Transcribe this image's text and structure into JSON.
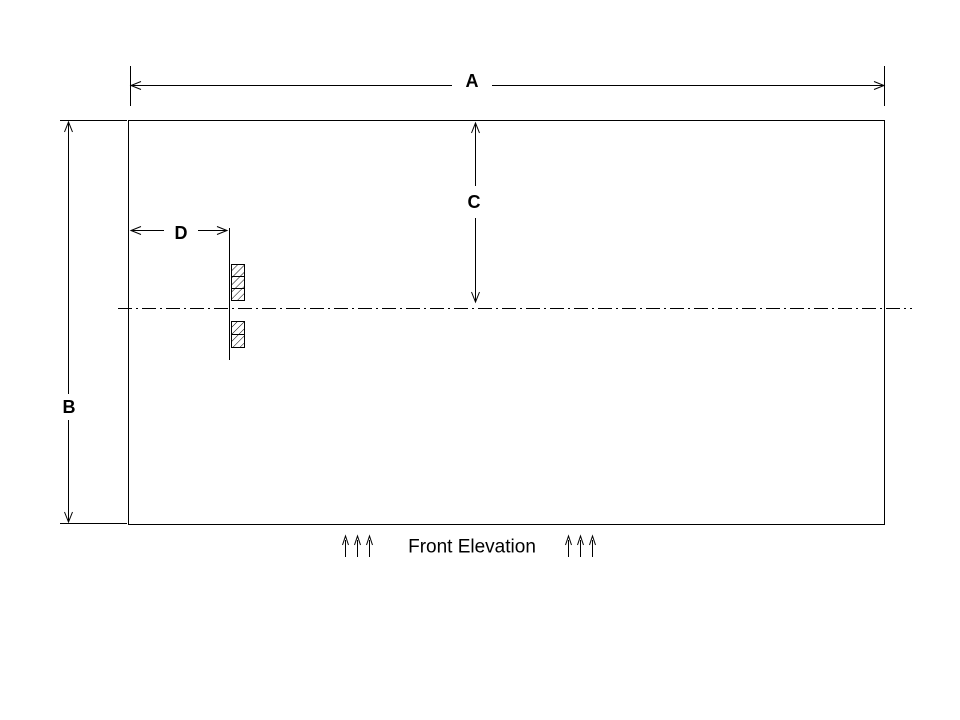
{
  "drawing": {
    "caption": "Front Elevation",
    "dimensions": {
      "a": "A",
      "b": "B",
      "c": "C",
      "d": "D"
    }
  },
  "colors": {
    "line": "#000000",
    "background": "#ffffff",
    "text": "#000000"
  },
  "icons": {
    "dimension_arrowheads": "arrowhead-icon",
    "caption_direction_marks": "up-arrow-icon"
  }
}
